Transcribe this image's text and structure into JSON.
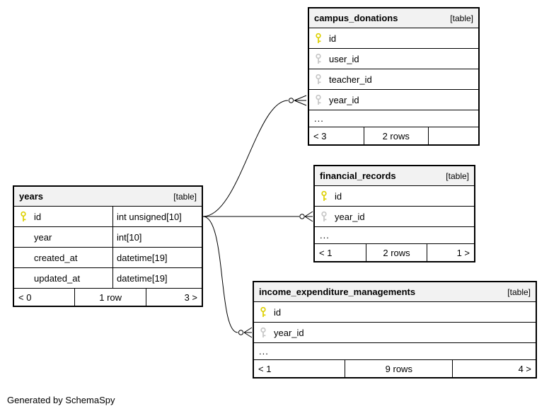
{
  "credit": "Generated by SchemaSpy",
  "tables": [
    {
      "name": "campus_donations",
      "badge": "[table]",
      "columns": [
        {
          "name": "id",
          "key": "primary"
        },
        {
          "name": "user_id",
          "key": "foreign"
        },
        {
          "name": "teacher_id",
          "key": "foreign"
        },
        {
          "name": "year_id",
          "key": "foreign"
        }
      ],
      "ellipsis": "...",
      "footer": {
        "left": "< 3",
        "center": "2 rows",
        "right": ""
      }
    },
    {
      "name": "financial_records",
      "badge": "[table]",
      "columns": [
        {
          "name": "id",
          "key": "primary"
        },
        {
          "name": "year_id",
          "key": "foreign"
        }
      ],
      "ellipsis": "...",
      "footer": {
        "left": "< 1",
        "center": "2 rows",
        "right": "1 >"
      }
    },
    {
      "name": "years",
      "badge": "[table]",
      "columns": [
        {
          "name": "id",
          "type": "int unsigned[10]",
          "key": "primary"
        },
        {
          "name": "year",
          "type": "int[10]"
        },
        {
          "name": "created_at",
          "type": "datetime[19]"
        },
        {
          "name": "updated_at",
          "type": "datetime[19]"
        }
      ],
      "footer": {
        "left": "< 0",
        "center": "1 row",
        "right": "3 >"
      }
    },
    {
      "name": "income_expenditure_managements",
      "badge": "[table]",
      "columns": [
        {
          "name": "id",
          "key": "primary"
        },
        {
          "name": "year_id",
          "key": "foreign"
        }
      ],
      "ellipsis": "...",
      "footer": {
        "left": "< 1",
        "center": "9 rows",
        "right": "4 >"
      }
    }
  ],
  "relationships": [
    {
      "from": "years.id",
      "to": "campus_donations.year_id"
    },
    {
      "from": "years.id",
      "to": "financial_records.year_id"
    },
    {
      "from": "years.id",
      "to": "income_expenditure_managements.year_id"
    }
  ],
  "colors": {
    "primary_key": "#ddd000",
    "foreign_key": "#c6c6c6",
    "header_bg": "#f2f2f2",
    "border": "#000000"
  }
}
